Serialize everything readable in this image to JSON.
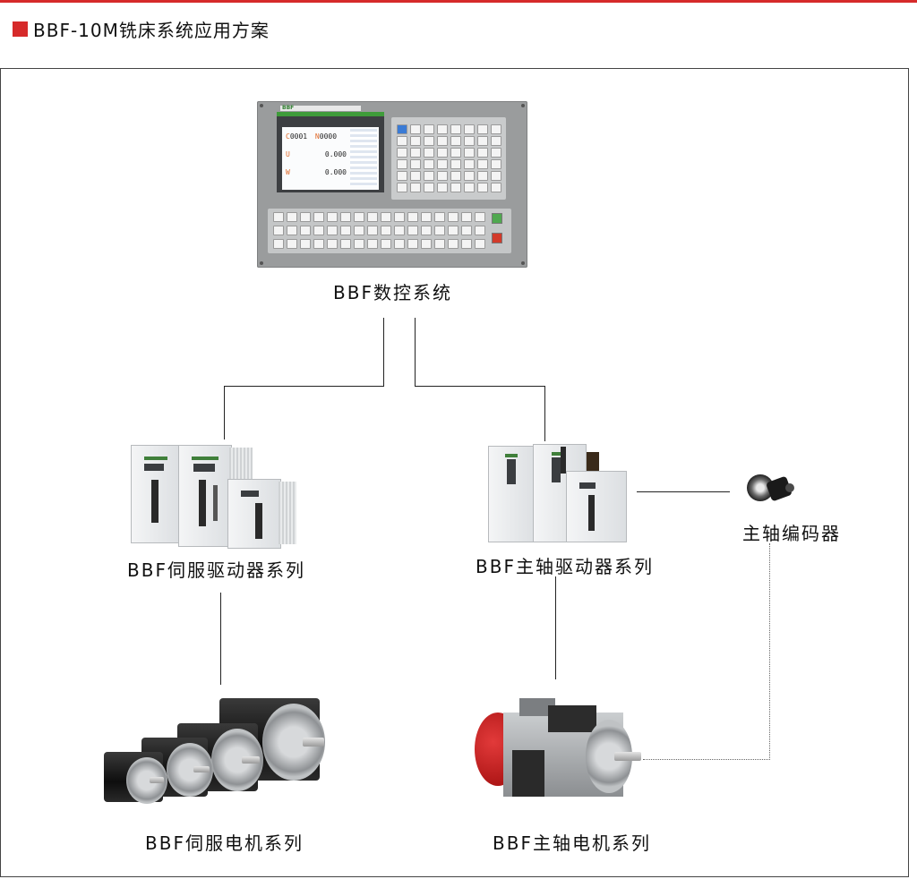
{
  "title": "BBF-10M铣床系统应用方案",
  "labels": {
    "cnc": "BBF数控系统",
    "servo_driver": "BBF伺服驱动器系列",
    "spindle_driver": "BBF主轴驱动器系列",
    "encoder": "主轴编码器",
    "servo_motor": "BBF伺服电机系列",
    "spindle_motor": "BBF主轴电机系列"
  },
  "panel": {
    "logo": "BBF",
    "screen_rows": [
      {
        "letter": "C",
        "value": "0001",
        "letter2": "N",
        "value2": "0000"
      },
      {
        "letter": "U",
        "value": "0.000"
      },
      {
        "letter": "W",
        "value": "0.000"
      }
    ]
  },
  "colors": {
    "accent": "#d62a2a",
    "frame": "#444444",
    "panel": "#9a9c9d"
  }
}
